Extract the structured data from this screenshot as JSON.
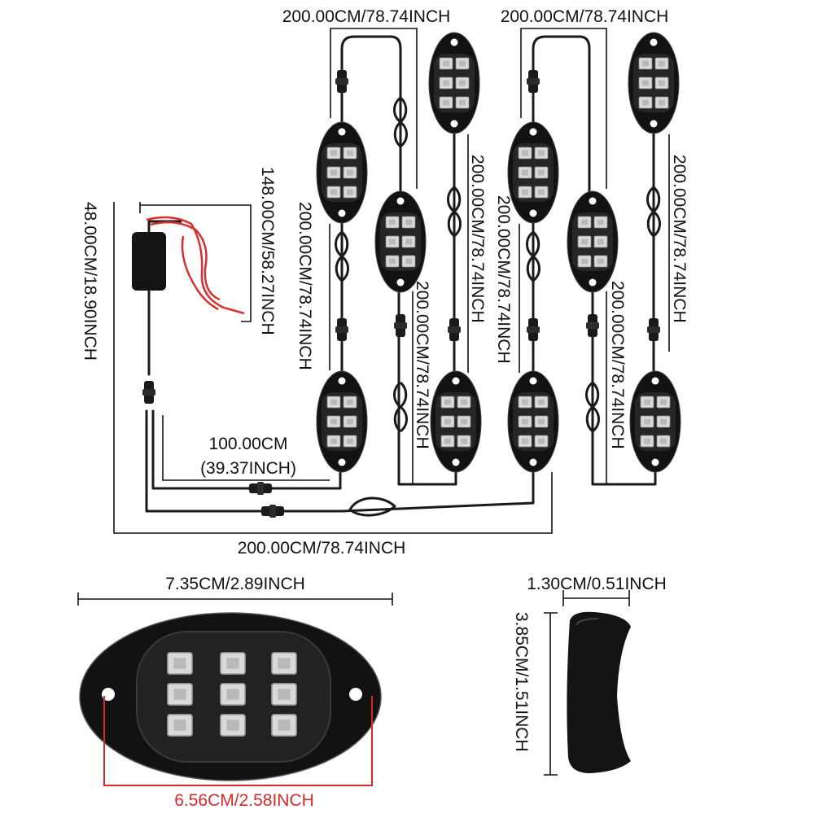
{
  "labels": {
    "top_left_span": "200.00CM/78.74INCH",
    "top_right_span": "200.00CM/78.74INCH",
    "controller_to_pod": "148.00CM/58.27INCH",
    "controller_drop": "48.00CM/18.90INCH",
    "pod_left_link": "200.00CM/78.74INCH",
    "pod_center_link_a": "200.00CM/78.74INCH",
    "pod_center_link_b": "200.00CM/78.74INCH",
    "pod_center_link_c": "200.00CM/78.74INCH",
    "pod_right_link_a": "200.00CM/78.74INCH",
    "pod_right_link_b": "200.00CM/78.74INCH",
    "branch_length_line1": "100.00CM",
    "branch_length_line2": "(39.37INCH)",
    "bottom_span": "200.00CM/78.74INCH",
    "pod_length": "7.35CM/2.89INCH",
    "hole_spacing": "6.56CM/2.58INCH",
    "pod_thickness": "1.30CM/0.51INCH",
    "pod_height": "3.85CM/1.51INCH"
  },
  "colors": {
    "pod_body": "#121212",
    "lens": "#2a2a2a",
    "led_chip": "#d9d9d9",
    "power_wire": "#d63030",
    "dimension_line": "#111111",
    "hole_dimension": "#d42a2a"
  }
}
